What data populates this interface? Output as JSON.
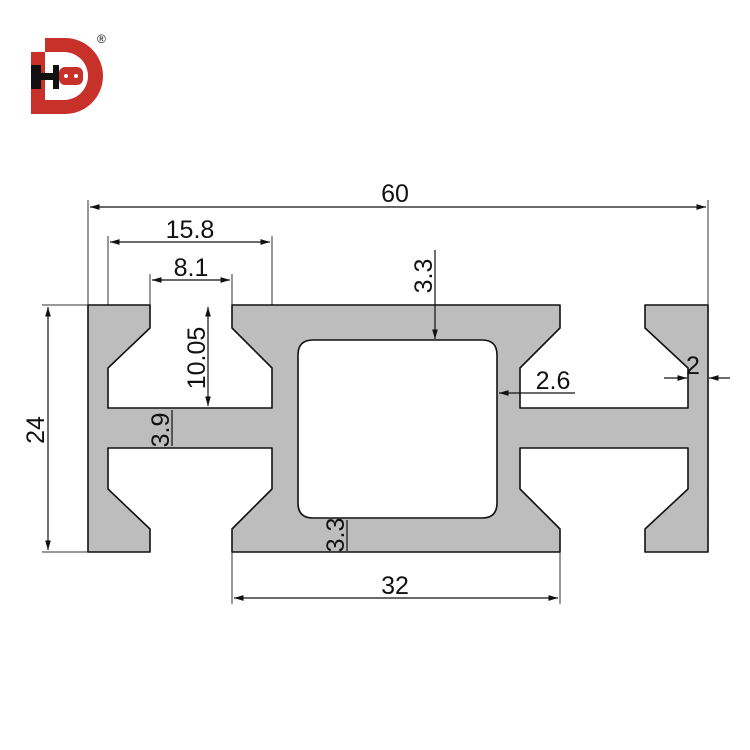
{
  "logo": {
    "text": "HD",
    "registered_mark": "®",
    "colors": {
      "red": "#c8302a",
      "black": "#111111"
    }
  },
  "profile": {
    "fill_color": "#bdbdbd",
    "outline_color": "#111111"
  },
  "dimensions": {
    "overall_width": "60",
    "slot_inner_width": "15.8",
    "slot_opening": "8.1",
    "top_wall": "3.3",
    "slot_depth": "10.05",
    "web_thickness": "3.9",
    "side_wall": "2.6",
    "end_wall": "2",
    "height": "24",
    "bottom_wall": "3.3",
    "center_width": "32"
  }
}
